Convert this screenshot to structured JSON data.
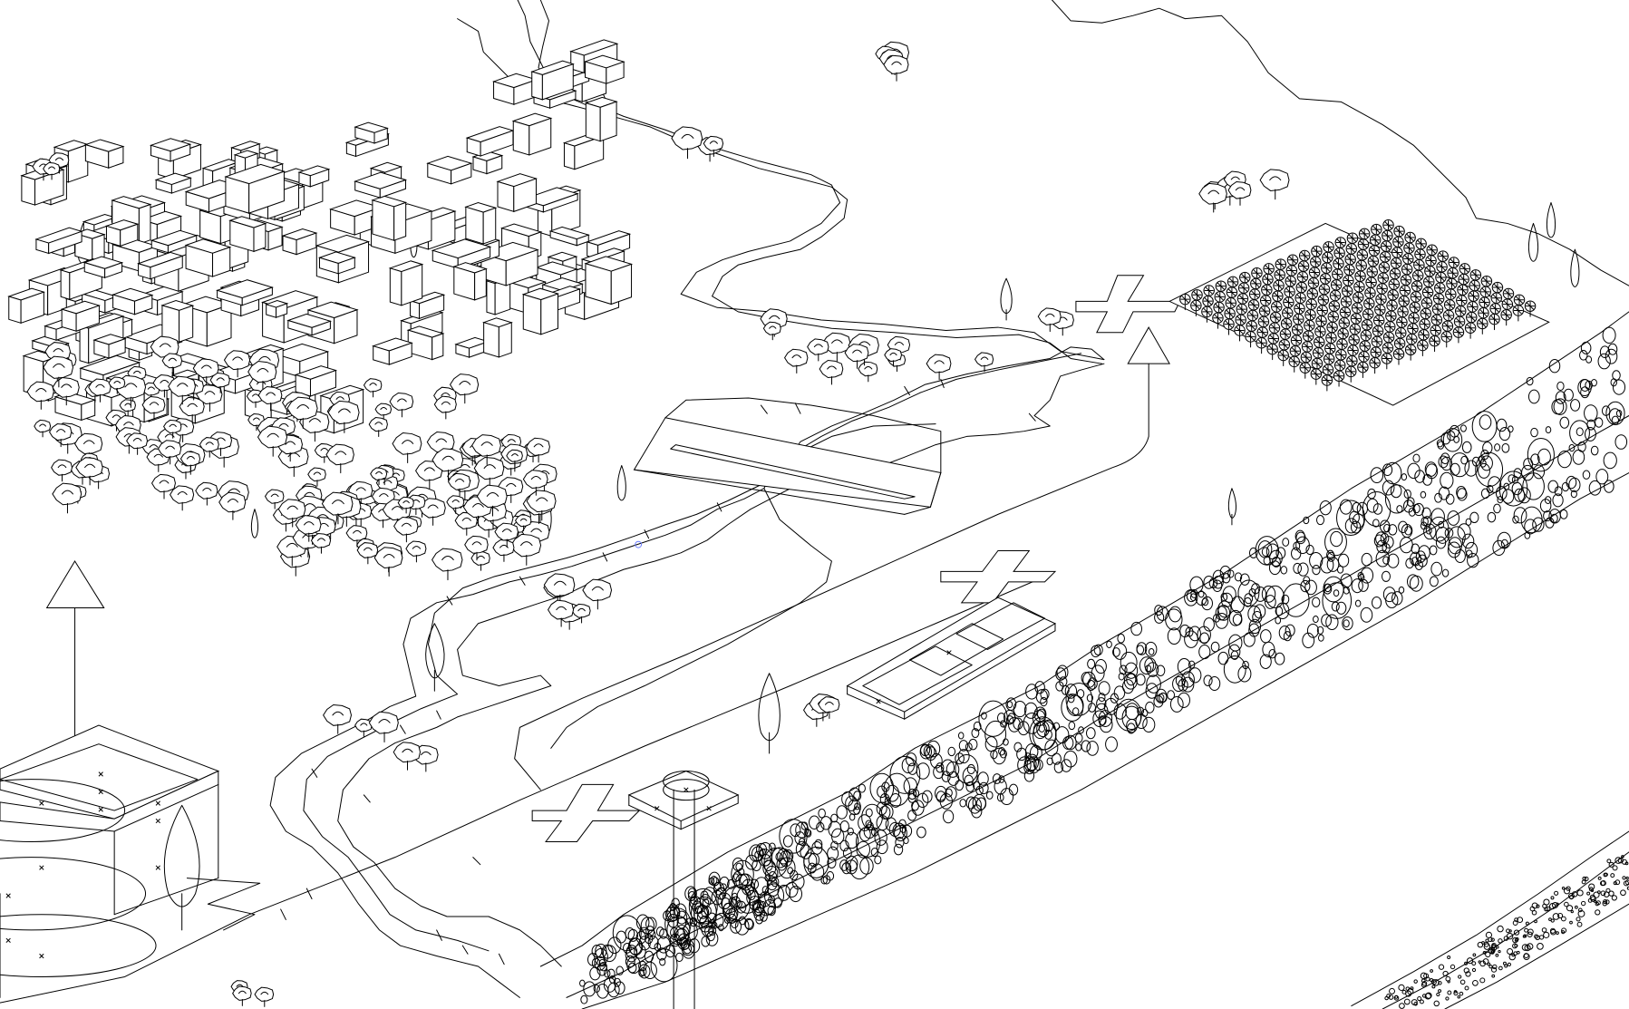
{
  "drawing": {
    "kind": "axonometric site drawing",
    "stroke_color": "#000000",
    "background_color": "#ffffff",
    "marker_color": "#6a7dff",
    "north_arrow_count": 2,
    "cross_marker_count": 4,
    "icons": [
      "north-arrow-icon",
      "cross-marker-icon",
      "tree-icon",
      "cypress-icon"
    ]
  }
}
